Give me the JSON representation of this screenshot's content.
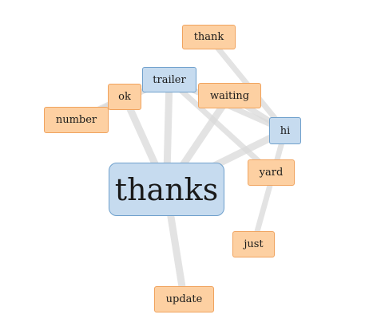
{
  "colors": {
    "orange_fill": "#fdd0a2",
    "orange_border": "#f0a35e",
    "blue_fill": "#c6dbef",
    "blue_border": "#6fa0cc",
    "edge": "#d9d9d9"
  },
  "nodes": {
    "thank": {
      "label": "thank",
      "color": "orange"
    },
    "trailer": {
      "label": "trailer",
      "color": "blue"
    },
    "ok": {
      "label": "ok",
      "color": "orange"
    },
    "waiting": {
      "label": "waiting",
      "color": "orange"
    },
    "number": {
      "label": "number",
      "color": "orange"
    },
    "hi": {
      "label": "hi",
      "color": "blue"
    },
    "yard": {
      "label": "yard",
      "color": "orange"
    },
    "thanks": {
      "label": "thanks",
      "color": "blue"
    },
    "just": {
      "label": "just",
      "color": "orange"
    },
    "update": {
      "label": "update",
      "color": "orange"
    }
  },
  "edges": [
    [
      "thanks",
      "update"
    ],
    [
      "thanks",
      "ok"
    ],
    [
      "thanks",
      "trailer"
    ],
    [
      "thanks",
      "waiting"
    ],
    [
      "thanks",
      "hi"
    ],
    [
      "thank",
      "hi"
    ],
    [
      "trailer",
      "hi"
    ],
    [
      "trailer",
      "yard"
    ],
    [
      "ok",
      "number"
    ],
    [
      "number",
      "trailer"
    ],
    [
      "waiting",
      "hi"
    ],
    [
      "hi",
      "just"
    ]
  ]
}
